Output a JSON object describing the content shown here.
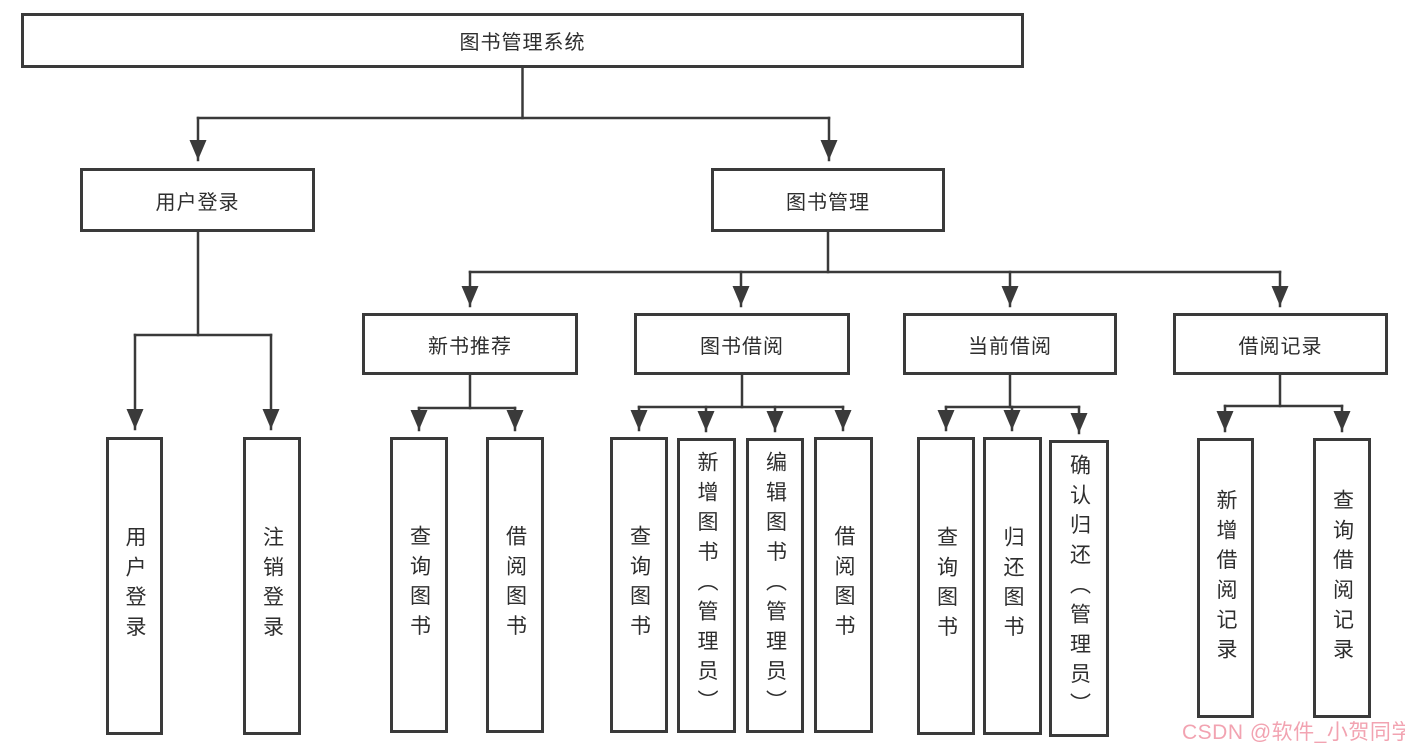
{
  "root": {
    "label": "图书管理系统"
  },
  "branches": [
    {
      "label": "用户登录",
      "children": [
        {
          "label": "用户登录"
        },
        {
          "label": "注销登录"
        }
      ]
    },
    {
      "label": "图书管理",
      "groups": [
        {
          "label": "新书推荐",
          "children": [
            {
              "label": "查询图书"
            },
            {
              "label": "借阅图书"
            }
          ]
        },
        {
          "label": "图书借阅",
          "children": [
            {
              "label": "查询图书"
            },
            {
              "label": "新增图书（管理员）"
            },
            {
              "label": "编辑图书（管理员）"
            },
            {
              "label": "借阅图书"
            }
          ]
        },
        {
          "label": "当前借阅",
          "children": [
            {
              "label": "查询图书"
            },
            {
              "label": "归还图书"
            },
            {
              "label": "确认归还（管理员）"
            }
          ]
        },
        {
          "label": "借阅记录",
          "children": [
            {
              "label": "新增借阅记录"
            },
            {
              "label": "查询借阅记录"
            }
          ]
        }
      ]
    }
  ],
  "watermark": {
    "text": "CSDN @软件_小贺同学",
    "color": "#f2a3b1"
  },
  "colors": {
    "line": "#3a3a3a",
    "text": "#2e2e2e",
    "box_background": "#ffffff",
    "page_background": "#ffffff"
  }
}
